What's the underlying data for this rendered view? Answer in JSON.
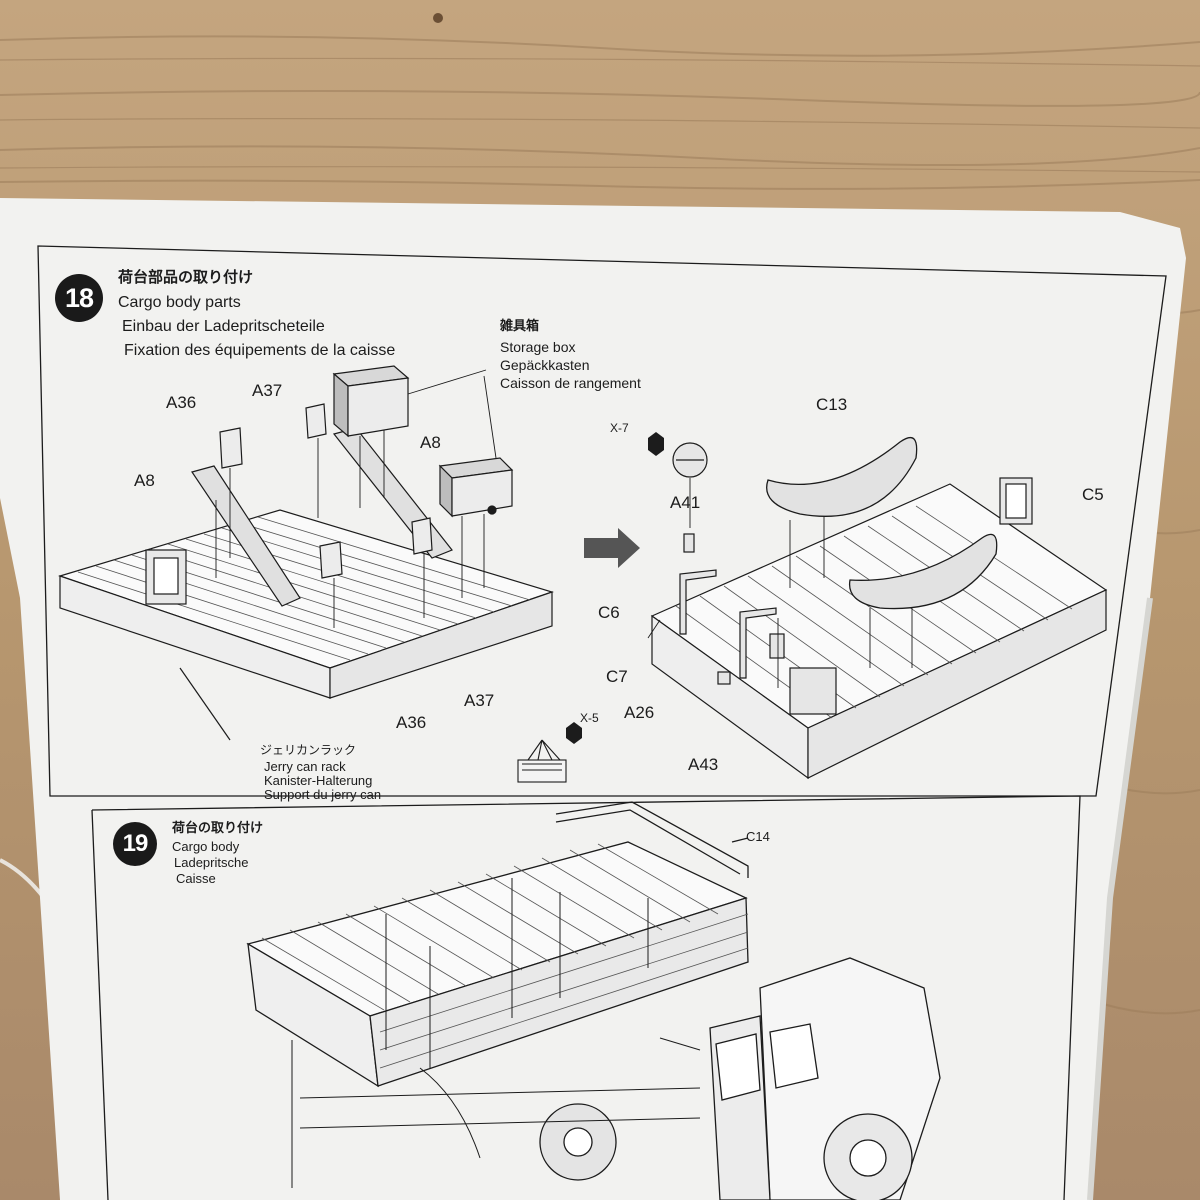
{
  "step18": {
    "number": "18",
    "title_jp": "荷台部品の取り付け",
    "title_en": "Cargo body parts",
    "title_de": "Einbau der Ladepritscheteile",
    "title_fr": "Fixation des équipements de la caisse",
    "storage_box": {
      "jp": "雑具箱",
      "en": "Storage box",
      "de": "Gepäckkasten",
      "fr": "Caisson de rangement"
    },
    "jerry_can_rack": {
      "jp": "ジェリカンラック",
      "en": "Jerry can rack",
      "de": "Kanister-Halterung",
      "fr": "Support du jerry can"
    },
    "parts": {
      "a36_top": "A36",
      "a37_top": "A37",
      "a8_left": "A8",
      "a8_right": "A8",
      "a36_bottom": "A36",
      "a37_bottom": "A37",
      "x7": "X-7",
      "x5": "X-5",
      "c13": "C13",
      "a41": "A41",
      "c5": "C5",
      "c6": "C6",
      "c7": "C7",
      "a26": "A26",
      "a43": "A43"
    }
  },
  "step19": {
    "number": "19",
    "title_jp": "荷台の取り付け",
    "title_en": "Cargo body",
    "title_de": "Ladepritsche",
    "title_fr": "Caisse",
    "parts": {
      "c14": "C14"
    }
  },
  "colors": {
    "paper": "#f2f2f0",
    "ink": "#1c1c1c",
    "wood": "#b89a76"
  }
}
